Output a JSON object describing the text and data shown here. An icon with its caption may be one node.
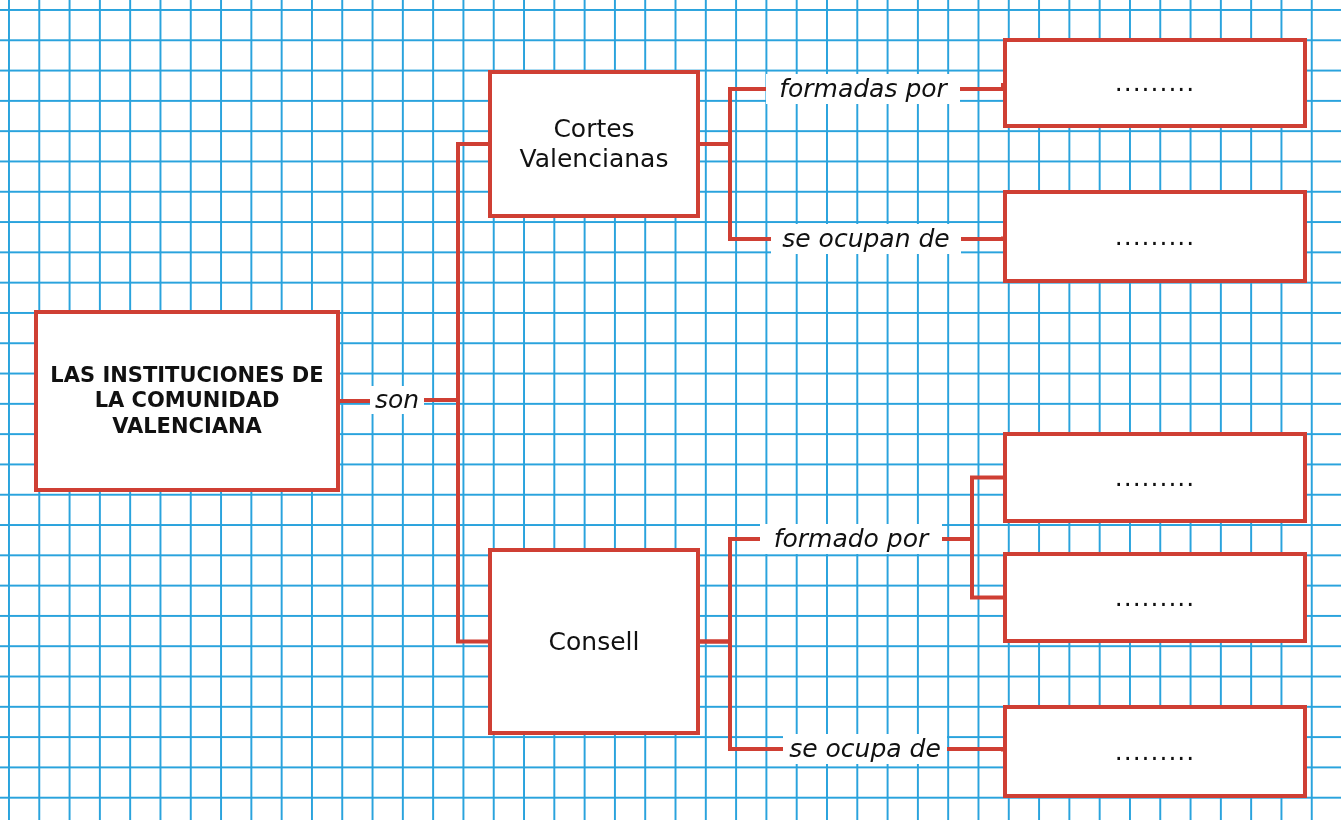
{
  "diagram": {
    "nodes": [
      {
        "text": [
          "LAS INSTITUCIONES DE LA COMUNIDAD VALENCIANA"
        ]
      },
      {
        "text": [
          "son"
        ]
      },
      {
        "text": [
          "Cortes Valencianas"
        ]
      },
      {
        "text": [
          "Consell"
        ]
      },
      {
        "text": [
          "formadas por"
        ]
      },
      {
        "text": [
          "se ocupan de"
        ]
      },
      {
        "text": [
          "........."
        ]
      },
      {
        "text": [
          "........."
        ]
      },
      {
        "text": [
          "formado por"
        ]
      },
      {
        "text": [
          "........."
        ]
      },
      {
        "text": [
          "........."
        ]
      },
      {
        "text": [
          "se ocupa de"
        ]
      },
      {
        "text": [
          "........."
        ]
      }
    ],
    "edges": [
      {
        "from": 0,
        "to": 1,
        "arrow": "none"
      },
      {
        "from": 1,
        "to": 2,
        "arrow": "none"
      },
      {
        "from": 1,
        "to": 3,
        "arrow": "none"
      },
      {
        "from": 2,
        "to": 4,
        "arrow": "none"
      },
      {
        "from": 2,
        "to": 5,
        "arrow": "none"
      },
      {
        "from": 4,
        "to": 6,
        "arrow": "none"
      },
      {
        "from": 5,
        "to": 7,
        "arrow": "none"
      },
      {
        "from": 3,
        "to": 8,
        "arrow": "none"
      },
      {
        "from": 3,
        "to": 11,
        "arrow": "none"
      },
      {
        "from": 8,
        "to": 9,
        "arrow": "none"
      },
      {
        "from": 8,
        "to": 10,
        "arrow": "none"
      },
      {
        "from": 11,
        "to": 12,
        "arrow": "none"
      }
    ]
  }
}
